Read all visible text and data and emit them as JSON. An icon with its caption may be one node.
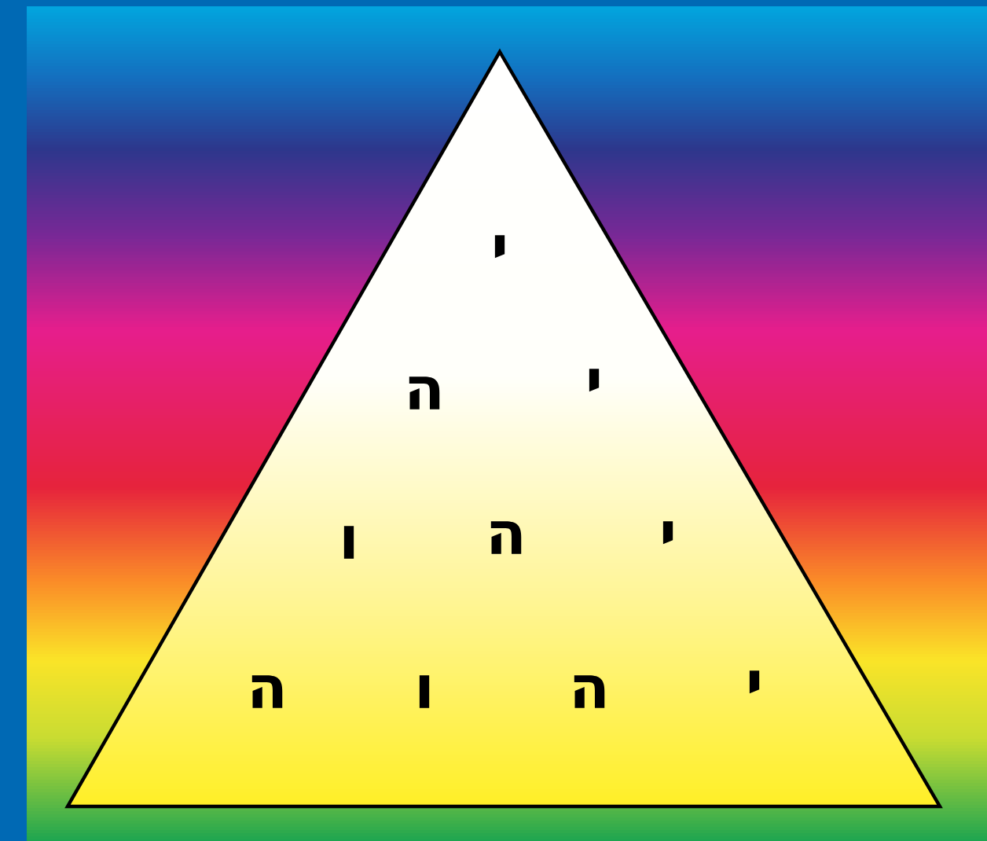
{
  "diagram": {
    "nodes": [
      {
        "text": [
          "י",
          "י",
          "ה",
          "י",
          "ה",
          "ו",
          "י",
          "ה",
          "ו",
          "ה"
        ]
      }
    ]
  }
}
